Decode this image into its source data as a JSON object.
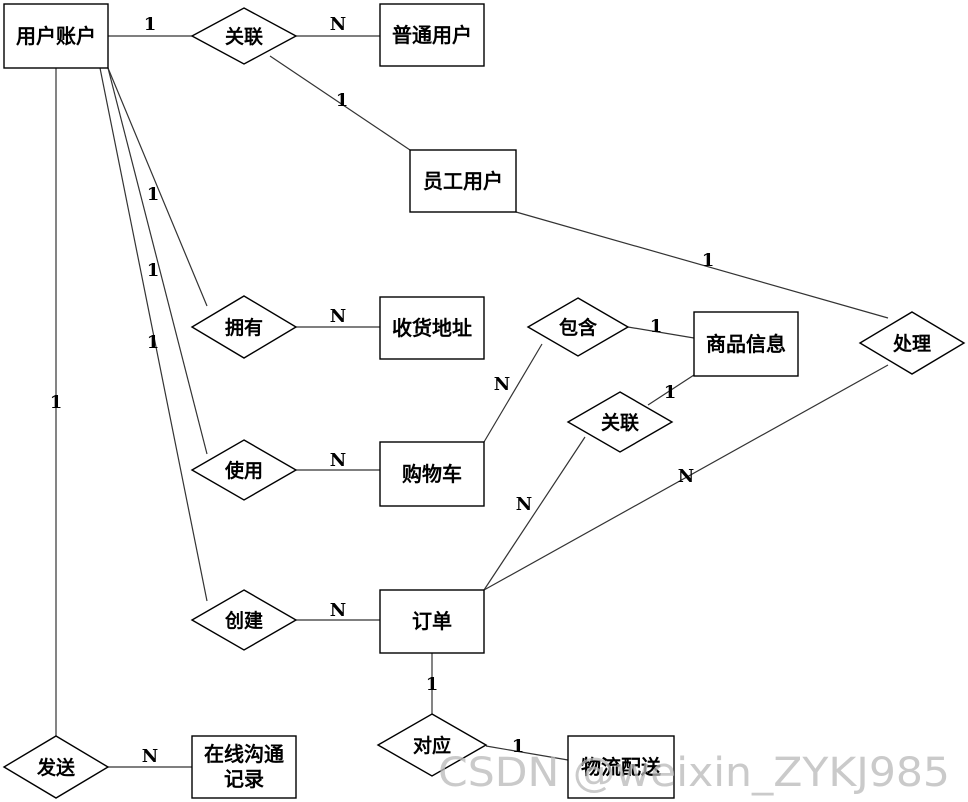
{
  "entities": {
    "user_account": "用户账户",
    "regular_user": "普通用户",
    "staff_user": "员工用户",
    "shipping_address": "收货地址",
    "product_info": "商品信息",
    "cart": "购物车",
    "order": "订单",
    "chat_record_line1": "在线沟通",
    "chat_record_line2": "记录",
    "logistics": "物流配送"
  },
  "relationships": {
    "associate_top": "关联",
    "own": "拥有",
    "contain": "包含",
    "handle": "处理",
    "associate_mid": "关联",
    "use": "使用",
    "create": "创建",
    "correspond": "对应",
    "send": "发送"
  },
  "cardinalities": {
    "account_associate": "1",
    "associate_regular": "N",
    "associate_staff": "1",
    "staff_handle": "1",
    "account_own": "1",
    "own_address": "N",
    "account_use": "1",
    "account_create": "1",
    "account_send": "1",
    "contain_product": "1",
    "cart_contain": "N",
    "product_associate": "1",
    "order_associate": "N",
    "handle_order": "N",
    "use_cart": "N",
    "create_order": "N",
    "order_correspond": "1",
    "correspond_logistics": "1",
    "send_chat": "N"
  },
  "watermark": "CSDN @weixin_ZYKJ985"
}
